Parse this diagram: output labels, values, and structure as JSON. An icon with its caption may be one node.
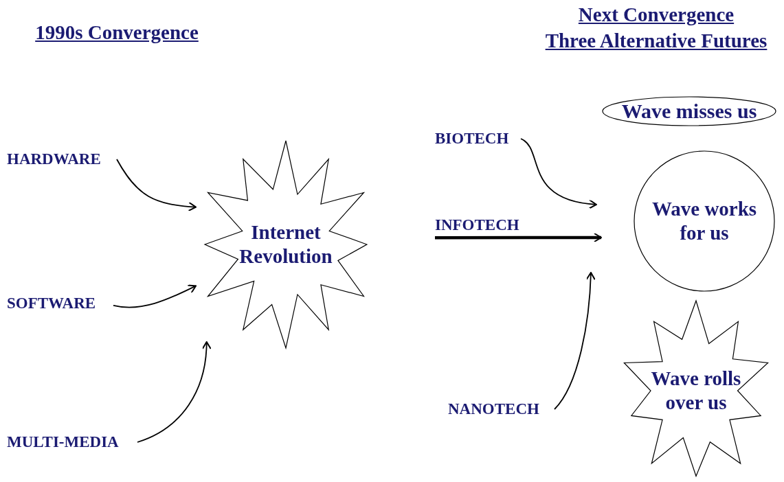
{
  "diagram": {
    "nodes": [
      {
        "text": [
          "HARDWARE"
        ]
      },
      {
        "text": [
          "SOFTWARE"
        ]
      },
      {
        "text": [
          "MULTI-MEDIA"
        ]
      },
      {
        "text": [
          "Internet Revolution"
        ]
      },
      {
        "text": [
          "BIOTECH"
        ]
      },
      {
        "text": [
          "INFOTECH"
        ]
      },
      {
        "text": [
          "NANOTECH"
        ]
      },
      {
        "text": [
          "Wave misses us"
        ]
      },
      {
        "text": [
          "Wave works for us"
        ]
      },
      {
        "text": [
          "Wave rolls over us"
        ]
      }
    ],
    "edges": [
      {
        "from": 0,
        "to": 3,
        "arrow": "to"
      },
      {
        "from": 1,
        "to": 3,
        "arrow": "to"
      },
      {
        "from": 2,
        "to": 3,
        "arrow": "to"
      },
      {
        "from": 4,
        "to": null,
        "arrow": "to"
      },
      {
        "from": 5,
        "to": null,
        "arrow": "to",
        "style": "thick"
      },
      {
        "from": 6,
        "to": null,
        "arrow": "to"
      }
    ],
    "labels": [
      "1990s Convergence",
      "Next Convergence",
      "Three Alternative Futures"
    ]
  }
}
